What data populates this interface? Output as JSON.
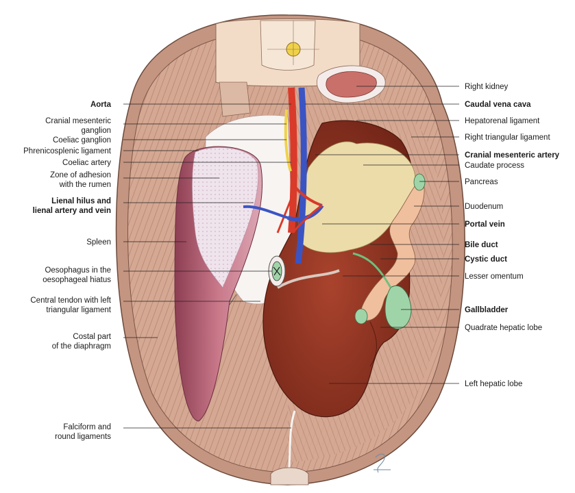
{
  "left_labels": [
    {
      "id": "aorta",
      "lines": [
        "Aorta"
      ],
      "bold": true
    },
    {
      "id": "cranial-mesenteric-ganglion",
      "lines": [
        "Cranial mesenteric",
        "ganglion"
      ],
      "bold": false
    },
    {
      "id": "coeliac-ganglion",
      "lines": [
        "Coeliac ganglion"
      ],
      "bold": false
    },
    {
      "id": "phrenicosplenic-ligament",
      "lines": [
        "Phrenicosplenic ligament"
      ],
      "bold": false
    },
    {
      "id": "coeliac-artery",
      "lines": [
        "Coeliac artery"
      ],
      "bold": false
    },
    {
      "id": "zone-of-adhesion",
      "lines": [
        "Zone of adhesion",
        "with the rumen"
      ],
      "bold": false
    },
    {
      "id": "lienal-hilus",
      "lines": [
        "Lienal hilus and",
        "lienal artery and vein"
      ],
      "bold": true
    },
    {
      "id": "spleen",
      "lines": [
        "Spleen"
      ],
      "bold": false
    },
    {
      "id": "oesophagus",
      "lines": [
        "Oesophagus in the",
        "oesophageal hiatus"
      ],
      "bold": false
    },
    {
      "id": "central-tendon",
      "lines": [
        "Central tendon with left",
        "triangular ligament"
      ],
      "bold": false
    },
    {
      "id": "costal-part",
      "lines": [
        "Costal part",
        "of the diaphragm"
      ],
      "bold": false
    },
    {
      "id": "falciform",
      "lines": [
        "Falciform and",
        "round ligaments"
      ],
      "bold": false
    }
  ],
  "right_labels": [
    {
      "id": "right-kidney",
      "lines": [
        "Right kidney"
      ],
      "bold": false
    },
    {
      "id": "caudal-vena-cava",
      "lines": [
        "Caudal vena cava"
      ],
      "bold": true
    },
    {
      "id": "hepatorenal-ligament",
      "lines": [
        "Hepatorenal ligament"
      ],
      "bold": false
    },
    {
      "id": "right-triangular-ligament",
      "lines": [
        "Right triangular ligament"
      ],
      "bold": false
    },
    {
      "id": "cranial-mesenteric-artery",
      "lines": [
        "Cranial mesenteric artery"
      ],
      "bold": true
    },
    {
      "id": "caudate-process",
      "lines": [
        "Caudate process"
      ],
      "bold": false
    },
    {
      "id": "pancreas",
      "lines": [
        "Pancreas"
      ],
      "bold": false
    },
    {
      "id": "duodenum",
      "lines": [
        "Duodenum"
      ],
      "bold": false
    },
    {
      "id": "portal-vein",
      "lines": [
        "Portal vein"
      ],
      "bold": true
    },
    {
      "id": "bile-duct",
      "lines": [
        "Bile duct"
      ],
      "bold": true
    },
    {
      "id": "cystic-duct",
      "lines": [
        "Cystic duct"
      ],
      "bold": true
    },
    {
      "id": "lesser-omentum",
      "lines": [
        "Lesser omentum"
      ],
      "bold": false
    },
    {
      "id": "gallbladder",
      "lines": [
        "Gallbladder"
      ],
      "bold": true
    },
    {
      "id": "quadrate-hepatic-lobe",
      "lines": [
        "Quadrate hepatic lobe"
      ],
      "bold": false
    },
    {
      "id": "left-hepatic-lobe",
      "lines": [
        "Left hepatic lobe"
      ],
      "bold": false
    }
  ],
  "colors": {
    "diaphragm": "#cf9f8a",
    "muscle_line": "#9e6b58",
    "liver": "#8e3322",
    "liver_light": "#b65a43",
    "spleen": "#c06f7e",
    "spleen_light": "#e8d6e2",
    "pancreas": "#ecdcaa",
    "duodenum": "#f0bf9e",
    "gallbladder": "#9fd4a8",
    "aorta": "#d93a2a",
    "vena_cava": "#3b54c4",
    "ganglion": "#f0d24a",
    "kidney": "#c9706a",
    "vertebra": "#f2dcc8",
    "tendon": "#ffffff"
  }
}
